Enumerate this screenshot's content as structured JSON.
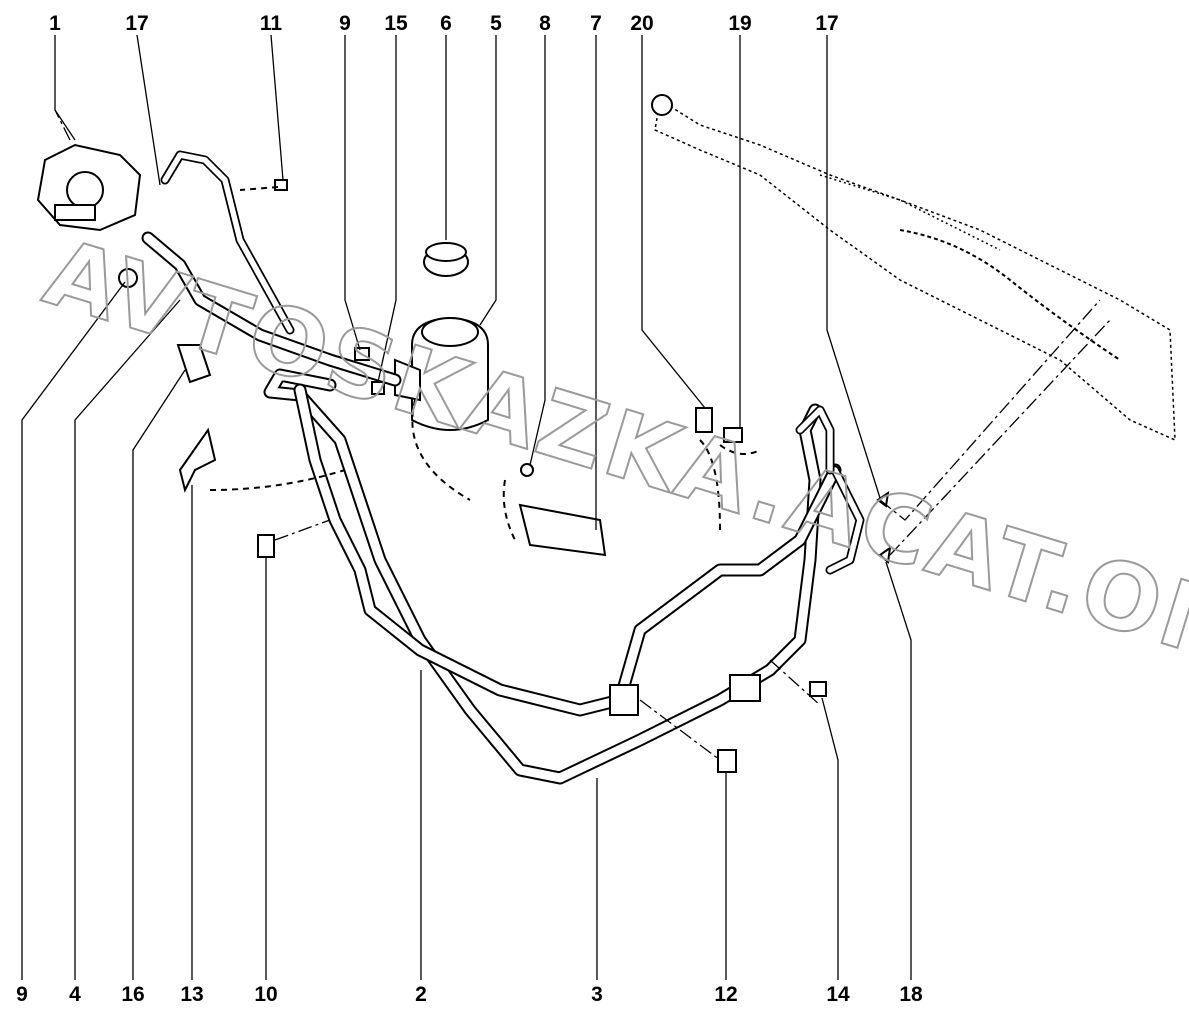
{
  "diagram": {
    "title": "Power steering hoses and reservoir",
    "top_callouts": [
      "1",
      "17",
      "11",
      "9",
      "15",
      "6",
      "5",
      "8",
      "7",
      "20",
      "19",
      "17"
    ],
    "bottom_callouts": [
      "9",
      "4",
      "16",
      "13",
      "10",
      "2",
      "3",
      "12",
      "14",
      "18"
    ]
  },
  "watermark": "AVTOSKAZKA.ACAT.ONLINE"
}
